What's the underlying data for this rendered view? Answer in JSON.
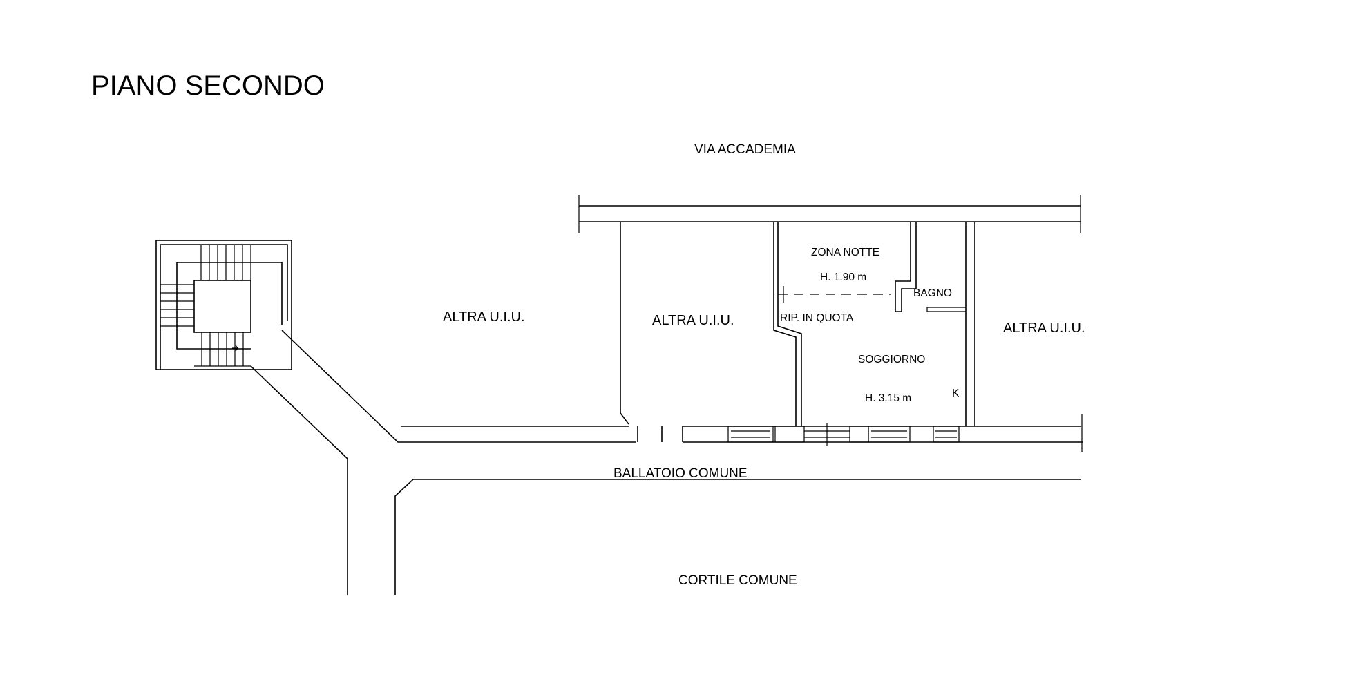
{
  "title": "PIANO SECONDO",
  "labels": {
    "street": "VIA ACCADEMIA",
    "altra_left": "ALTRA U.I.U.",
    "altra_mid": "ALTRA U.I.U.",
    "altra_right": "ALTRA U.I.U.",
    "zona_notte": "ZONA NOTTE",
    "h_zona_notte": "H. 1.90 m",
    "bagno": "BAGNO",
    "rip_in_quota": "RIP. IN QUOTA",
    "soggiorno": "SOGGIORNO",
    "h_soggiorno": "H. 3.15 m",
    "k": "K",
    "ballatoio": "BALLATOIO COMUNE",
    "cortile": "CORTILE COMUNE"
  },
  "colors": {
    "line": "#000000",
    "background": "#ffffff"
  }
}
